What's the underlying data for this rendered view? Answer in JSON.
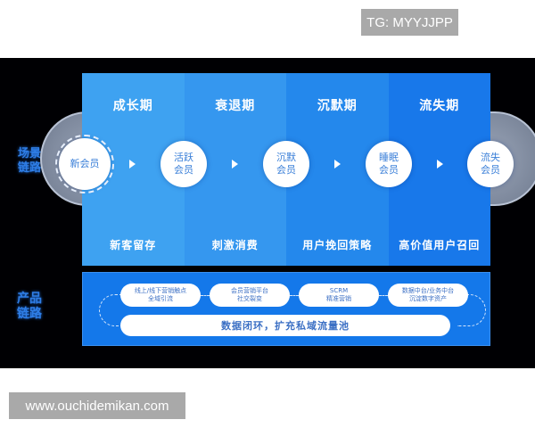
{
  "watermarks": {
    "top_right": "TG: MYYJJPP",
    "bottom_left": "www.ouchidemikan.com"
  },
  "side_labels": {
    "scene_chain": "场景链路",
    "product_chain": "产品链路"
  },
  "stages": [
    {
      "title": "成长期",
      "action": "新客留存"
    },
    {
      "title": "衰退期",
      "action": "刺激消费"
    },
    {
      "title": "沉默期",
      "action": "用户挽回策略"
    },
    {
      "title": "流失期",
      "action": "高价值用户召回"
    }
  ],
  "members": [
    {
      "label": "新会员"
    },
    {
      "label": "活跃会员"
    },
    {
      "label": "沉默会员"
    },
    {
      "label": "睡眠会员"
    },
    {
      "label": "流失会员"
    }
  ],
  "products": [
    {
      "line1": "线上/线下营销触点",
      "line2": "全域引流"
    },
    {
      "line1": "会员营销平台",
      "line2": "社交裂变"
    },
    {
      "line1": "SCRM",
      "line2": "精准营销"
    },
    {
      "line1": "数据中台/业务中台",
      "line2": "沉淀数字资产"
    }
  ],
  "data_loop_bar": "数据闭环，扩充私域流量池",
  "colors": {
    "background_panel": "#000003",
    "stage_1": "#3ea2f1",
    "stage_2": "#3597ef",
    "stage_3": "#2488ec",
    "stage_4": "#1878ea",
    "product_block": "#1478ea",
    "side_label": "#2f7ee6",
    "member_text": "#3a7fd8"
  }
}
